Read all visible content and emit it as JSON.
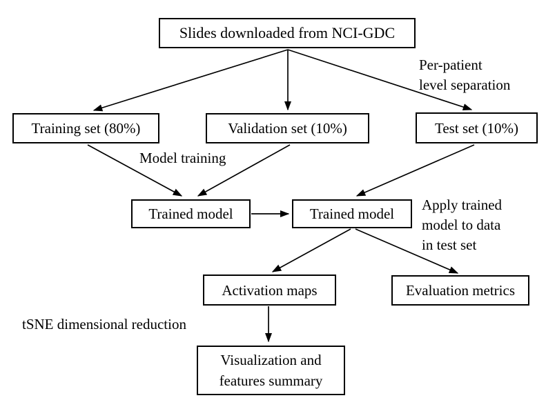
{
  "diagram": {
    "type": "flowchart",
    "colors": {
      "background": "#ffffff",
      "box_border": "#000000",
      "text": "#000000",
      "arrow": "#000000"
    },
    "nodes": {
      "slides": {
        "label": "Slides downloaded from NCI-GDC"
      },
      "training": {
        "label": "Training set (80%)"
      },
      "validation": {
        "label": "Validation set (10%)"
      },
      "test": {
        "label": "Test set (10%)"
      },
      "trained_model_left": {
        "label": "Trained model"
      },
      "trained_model_right": {
        "label": "Trained model"
      },
      "activation_maps": {
        "label": "Activation maps"
      },
      "evaluation_metrics": {
        "label": "Evaluation metrics"
      },
      "visualization": {
        "line1": "Visualization and",
        "line2": "features summary"
      }
    },
    "annotations": {
      "per_patient": {
        "line1": "Per-patient",
        "line2": "level separation"
      },
      "model_training": {
        "label": "Model training"
      },
      "apply_trained": {
        "line1": "Apply trained",
        "line2": "model to data",
        "line3": "in test set"
      },
      "tsne": {
        "label": "tSNE dimensional reduction"
      }
    },
    "edges": [
      {
        "from": "slides",
        "to": "training"
      },
      {
        "from": "slides",
        "to": "validation"
      },
      {
        "from": "slides",
        "to": "test",
        "label": "Per-patient level separation"
      },
      {
        "from": "training",
        "to": "trained_model_left",
        "label": "Model training"
      },
      {
        "from": "validation",
        "to": "trained_model_left"
      },
      {
        "from": "test",
        "to": "trained_model_right"
      },
      {
        "from": "trained_model_left",
        "to": "trained_model_right"
      },
      {
        "from": "trained_model_right",
        "to": "activation_maps",
        "label": "Apply trained model to data in test set"
      },
      {
        "from": "trained_model_right",
        "to": "evaluation_metrics"
      },
      {
        "from": "activation_maps",
        "to": "visualization",
        "label": "tSNE dimensional reduction"
      }
    ]
  }
}
